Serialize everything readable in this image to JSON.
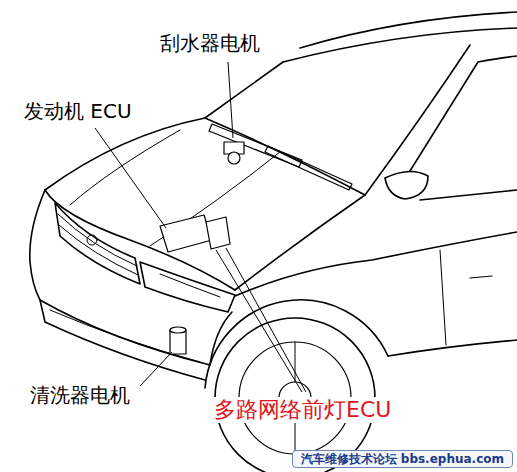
{
  "diagram": {
    "labels": [
      "刮水器电机",
      "发动机 ECU",
      "清洗器电机",
      "多路网络前灯ECU",
      "汽车维修技术论坛 bbs.ephua.com"
    ]
  }
}
